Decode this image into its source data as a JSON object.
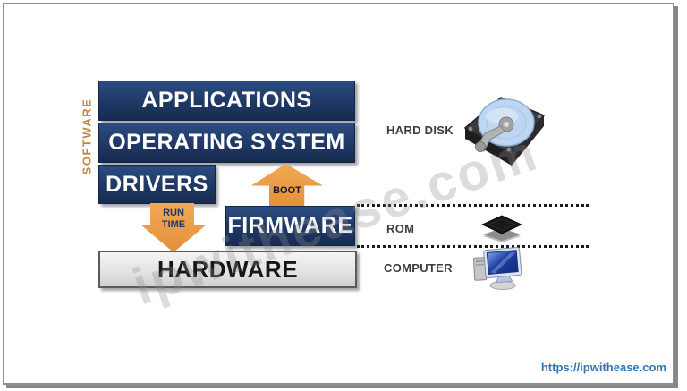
{
  "stack": {
    "software_label": "SOFTWARE",
    "blocks": [
      {
        "id": "applications",
        "label": "APPLICATIONS"
      },
      {
        "id": "operating-system",
        "label": "OPERATING SYSTEM"
      },
      {
        "id": "drivers",
        "label": "DRIVERS"
      },
      {
        "id": "firmware",
        "label": "FIRMWARE"
      },
      {
        "id": "hardware",
        "label": "HARDWARE"
      }
    ]
  },
  "arrows": {
    "run_time": {
      "line1": "RUN",
      "line2": "TIME",
      "direction": "down"
    },
    "boot": {
      "label": "BOOT",
      "direction": "up"
    }
  },
  "peripherals": [
    {
      "id": "hard-disk",
      "label": "HARD DISK",
      "icon": "hard-disk-icon"
    },
    {
      "id": "rom",
      "label": "ROM",
      "icon": "rom-chip-icon"
    },
    {
      "id": "computer",
      "label": "COMPUTER",
      "icon": "computer-icon"
    }
  ],
  "watermark": "ipwithease.com",
  "footer_url": "https://ipwithease.com",
  "colors": {
    "navy": "#1F3864",
    "orange": "#EE9F4A",
    "software_label": "#C0863F",
    "hardware_gray": "#E3E3E3",
    "url_blue": "#2E75B6",
    "dotted_line": "#1A1A1A",
    "frame": "#8F8F8F"
  }
}
